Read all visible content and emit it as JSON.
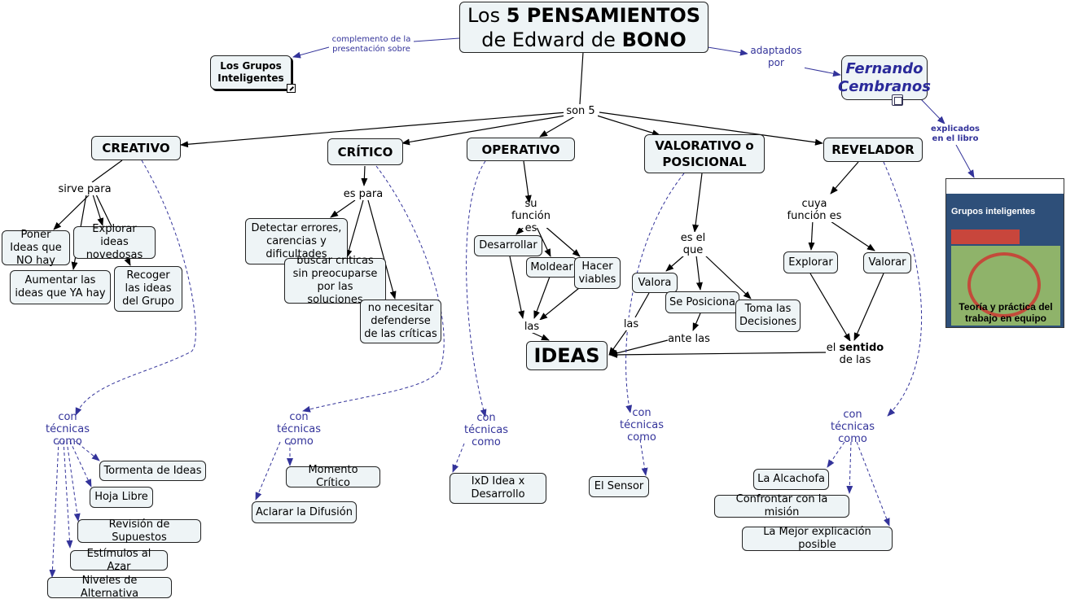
{
  "title": {
    "pre": "Los ",
    "bold1": "5 PENSAMIENTOS",
    "line2_pre": "de Edward de ",
    "bold2": "BONO"
  },
  "link_complemento": "complemento de la presentación sobre",
  "grupos_inteligentes": "Los Grupos Inteligentes",
  "link_adaptados": "adaptados por",
  "author": "Fernando Cembranos",
  "link_explicados": "explicados en el libro",
  "book": {
    "title_line": "Grupos inteligentes",
    "caption": "Teoría y práctica del trabajo en equipo"
  },
  "link_son5": "son 5",
  "categories": {
    "creativo": "CREATIVO",
    "critico": "CRÍTICO",
    "operativo": "OPERATIVO",
    "valorativo": "VALORATIVO o POSICIONAL",
    "revelador": "REVELADOR"
  },
  "creativo": {
    "link": "sirve para",
    "items": [
      "Poner Ideas que NO hay",
      "Explorar ideas novedosas",
      "Aumentar las ideas que YA hay",
      "Recoger las ideas del Grupo"
    ],
    "tech_link": "con técnicas como",
    "techniques": [
      "Tormenta de Ideas",
      "Hoja Libre",
      "Revisión de Supuestos",
      "Estímulos al Azar",
      "Niveles de Alternativa"
    ]
  },
  "critico": {
    "link": "es para",
    "items": [
      "Detectar errores, carencias y dificultades",
      "buscar críticas sin preocuparse por las soluciones",
      "no necesitar defenderse de las críticas"
    ],
    "tech_link": "con técnicas como",
    "techniques": [
      "Momento Crítico",
      "Aclarar la Difusión"
    ]
  },
  "operativo": {
    "link": "su función es",
    "items": [
      "Desarrollar",
      "Moldear",
      "Hacer viables"
    ],
    "link2": "las",
    "tech_link": "con técnicas como",
    "techniques": [
      "IxD Idea x Desarrollo"
    ]
  },
  "valorativo": {
    "link": "es el que",
    "items": [
      "Valora",
      "Se Posiciona",
      "Toma las Decisiones"
    ],
    "link_las": "las",
    "link_ante": "ante las",
    "tech_link": "con técnicas como",
    "techniques": [
      "El Sensor"
    ]
  },
  "revelador": {
    "link": "cuya función es",
    "items": [
      "Explorar",
      "Valorar"
    ],
    "link_sentido_pre": "el ",
    "link_sentido_bold": "sentido",
    "link_sentido_post": "de las",
    "tech_link": "con técnicas como",
    "techniques": [
      "La Alcachofa",
      "Confrontar con la misión",
      "La Mejor explicación posible"
    ]
  },
  "ideas": "IDEAS",
  "colors": {
    "node_fill": "#eef4f6",
    "blue_link": "#33339a",
    "author": "#2a2a9a"
  }
}
